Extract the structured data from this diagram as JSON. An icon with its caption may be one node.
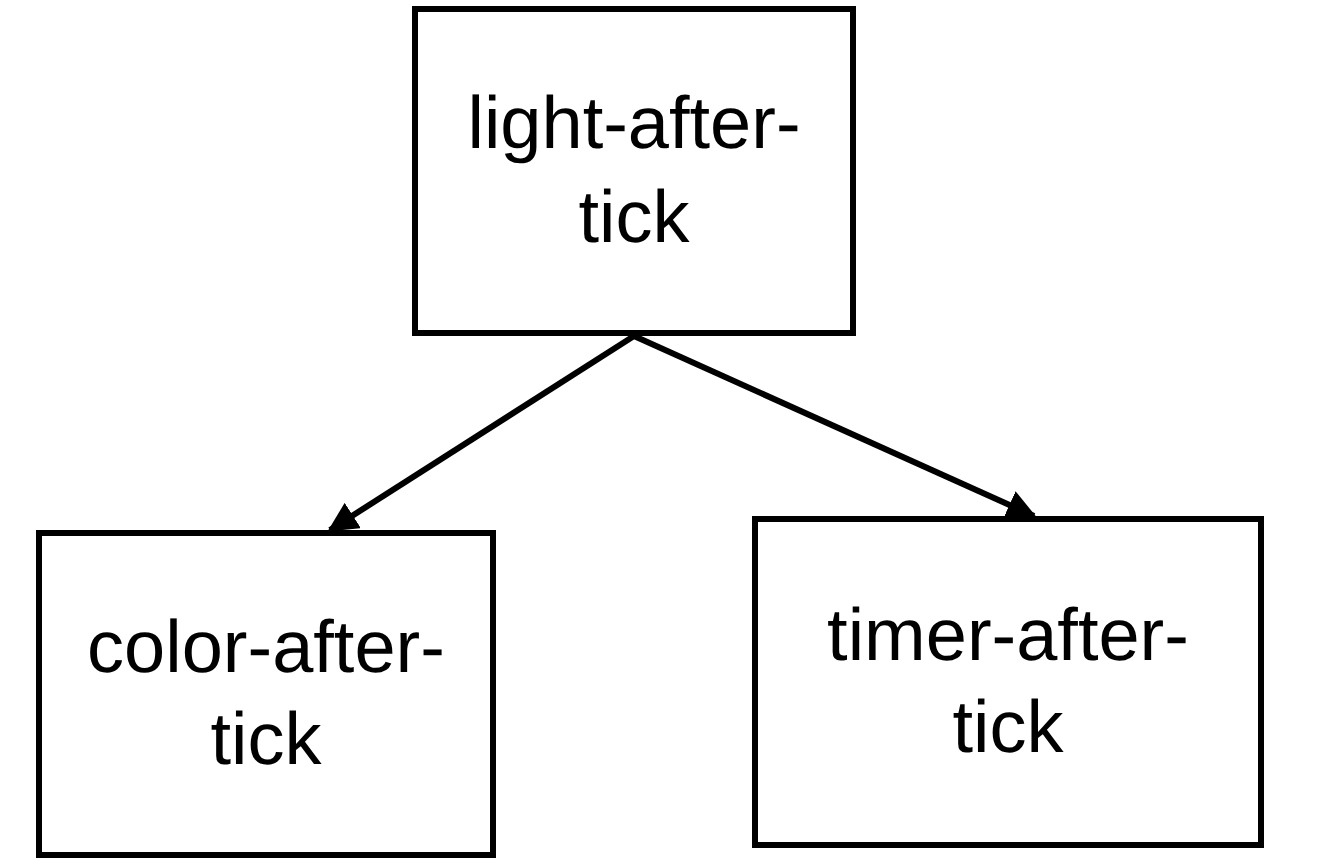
{
  "diagram": {
    "nodes": [
      {
        "text": [
          "light-after-tick"
        ]
      },
      {
        "text": [
          "color-after-tick"
        ]
      },
      {
        "text": [
          "timer-after-tick"
        ]
      }
    ],
    "edges": [
      {
        "from": 0,
        "to": 1,
        "arrow": "to"
      },
      {
        "from": 0,
        "to": 2,
        "arrow": "to"
      }
    ]
  }
}
